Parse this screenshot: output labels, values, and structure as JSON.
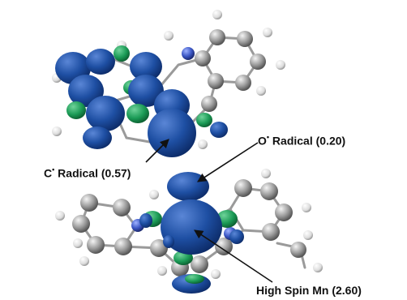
{
  "labels": {
    "carbon_radical": {
      "atom": "C",
      "rest": " Radical (0.57)"
    },
    "oxygen_radical": {
      "atom": "O",
      "rest": " Radical (0.20)"
    },
    "manganese": {
      "text": "High Spin Mn (2.60)"
    }
  },
  "colors": {
    "spin_density_blue": "#1e4fa3",
    "spin_density_green": "#1a9a55",
    "carbon_atom": "#9a9a9a",
    "hydrogen_atom": "#e4e4e4",
    "nitrogen_atom": "#3b56c4",
    "arrow": "#111111"
  },
  "icons": {
    "radical_dot": "•"
  }
}
